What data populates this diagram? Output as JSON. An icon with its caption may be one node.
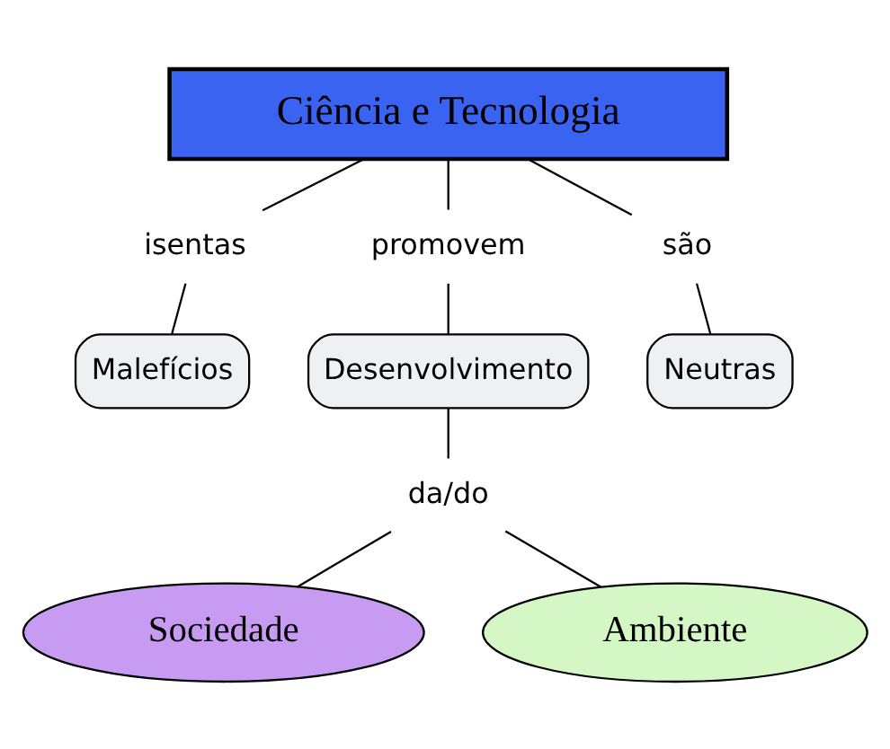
{
  "diagram": {
    "nodes": [
      {
        "text": [
          "Ciência e Tecnologia"
        ]
      },
      {
        "text": [
          "isentas"
        ]
      },
      {
        "text": [
          "promovem"
        ]
      },
      {
        "text": [
          "são"
        ]
      },
      {
        "text": [
          "Malefícios"
        ]
      },
      {
        "text": [
          "Desenvolvimento"
        ]
      },
      {
        "text": [
          "Neutras"
        ]
      },
      {
        "text": [
          "da/do"
        ]
      },
      {
        "text": [
          "Sociedade"
        ]
      },
      {
        "text": [
          "Ambiente"
        ]
      }
    ],
    "edges": [
      {
        "from": 0,
        "to": 1,
        "arrow": "none"
      },
      {
        "from": 0,
        "to": 2,
        "arrow": "none"
      },
      {
        "from": 0,
        "to": 3,
        "arrow": "none"
      },
      {
        "from": 1,
        "to": 4,
        "arrow": "none"
      },
      {
        "from": 2,
        "to": 5,
        "arrow": "none"
      },
      {
        "from": 3,
        "to": 6,
        "arrow": "none"
      },
      {
        "from": 5,
        "to": 7,
        "arrow": "none"
      },
      {
        "from": 7,
        "to": 8,
        "arrow": "none"
      },
      {
        "from": 7,
        "to": 9,
        "arrow": "none"
      }
    ]
  }
}
